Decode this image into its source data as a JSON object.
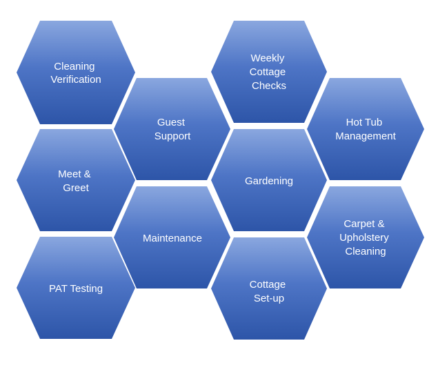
{
  "hexagons": [
    {
      "lines": [
        "Cleaning",
        "Verification"
      ]
    },
    {
      "lines": [
        "Weekly",
        "Cottage",
        "Checks"
      ]
    },
    {
      "lines": [
        "Guest",
        "Support"
      ]
    },
    {
      "lines": [
        "Hot Tub",
        "Management"
      ]
    },
    {
      "lines": [
        "Meet &",
        "Greet"
      ]
    },
    {
      "lines": [
        "Gardening"
      ]
    },
    {
      "lines": [
        "Maintenance"
      ]
    },
    {
      "lines": [
        "Carpet &",
        "Upholstery",
        "Cleaning"
      ]
    },
    {
      "lines": [
        "PAT Testing"
      ]
    },
    {
      "lines": [
        "Cottage",
        "Set-up"
      ]
    }
  ],
  "colors": {
    "fill_top": "#8aa7df",
    "fill_mid": "#4e75c6",
    "fill_bottom": "#2d55a8",
    "text": "#ffffff",
    "background": "#ffffff"
  }
}
